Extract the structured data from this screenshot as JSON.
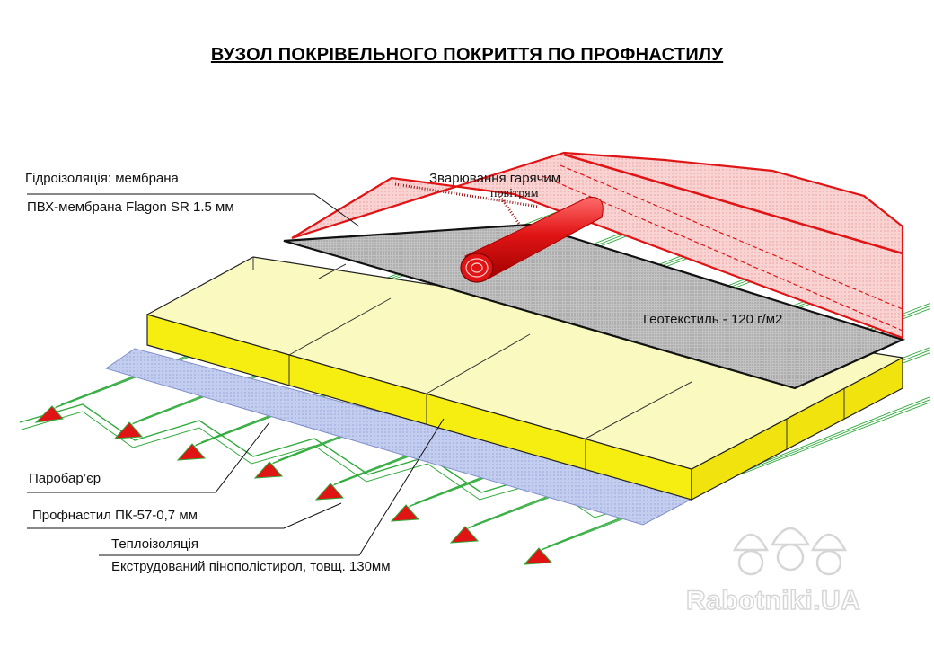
{
  "title": "ВУЗОЛ ПОКРІВЕЛЬНОГО ПОКРИТТЯ ПО ПРОФНАСТИЛУ",
  "labels": {
    "waterproofing": "Гідроізоляція: мембрана",
    "membrane": "ПВХ-мембрана Flagon SR 1.5 мм",
    "welding_line1": "Зварювання гарячим",
    "welding_line2": "повітрям",
    "geotextile": "Геотекстиль - 120 г/м2",
    "vapor_barrier": "Паробар’єр",
    "profiled_sheet": "Профнастил ПК-57-0,7 мм",
    "insulation": "Теплоізоляція",
    "insulation_detail": "Екструдований пінополістирол, товщ. 130мм"
  },
  "watermark": "Rabotniki.UA",
  "colors": {
    "membrane": "#f7c6c6",
    "membrane_edge": "#e01414",
    "insulation_top": "#fafac0",
    "insulation_side": "#f6ee10",
    "geotextile": "#b4b4b4",
    "vapor_barrier": "#b9c5ec",
    "profile_green": "#2eaa3a",
    "profile_red": "#e01414"
  }
}
